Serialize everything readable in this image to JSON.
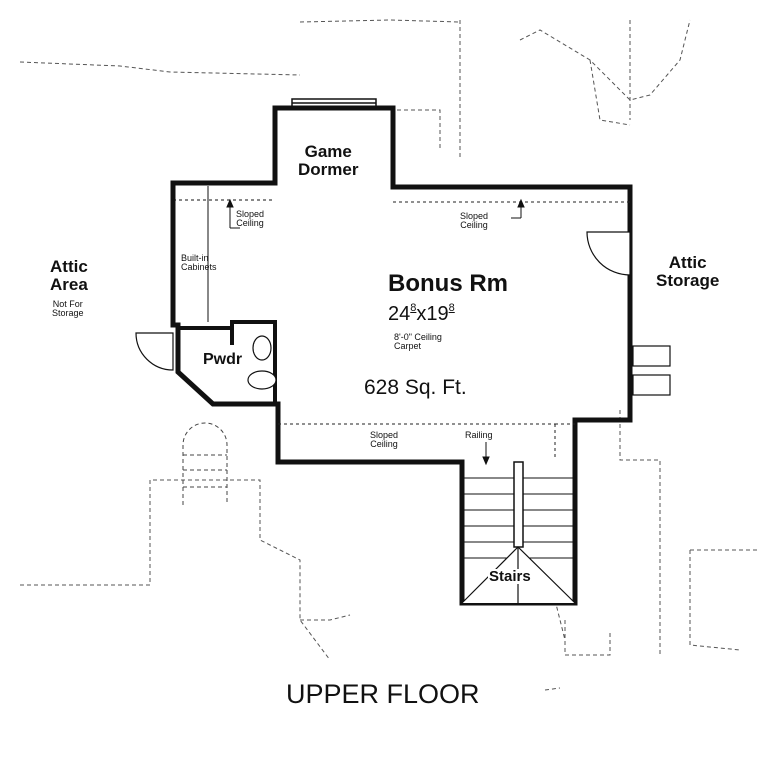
{
  "rooms": {
    "game_dormer": [
      "Game",
      "Dormer"
    ],
    "bonus_room": {
      "name": "Bonus Rm",
      "dim_w": "24",
      "dim_w_sup": "8",
      "dim_sep": "x",
      "dim_h": "19",
      "dim_h_sup": "8",
      "ceiling": "8'-0\" Ceiling",
      "floor": "Carpet",
      "area": "628 Sq. Ft."
    },
    "attic_area": {
      "title": [
        "Attic",
        "Area"
      ],
      "note": [
        "Not For",
        "Storage"
      ]
    },
    "attic_storage": [
      "Attic",
      "Storage"
    ],
    "powder": "Pwdr",
    "stairs": "Stairs"
  },
  "notes": {
    "sloped_ceiling": [
      "Sloped",
      "Ceiling"
    ],
    "built_in": [
      "Built-in",
      "Cabinets"
    ],
    "railing": "Railing"
  },
  "caption": "UPPER FLOOR"
}
